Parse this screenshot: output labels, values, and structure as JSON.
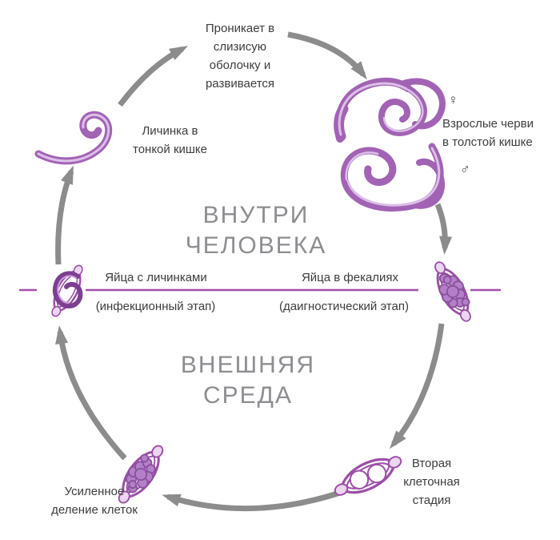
{
  "diagram": {
    "subject": "whipworm-life-cycle",
    "regions": {
      "inside_human": {
        "lines": [
          "ВНУТРИ",
          "ЧЕЛОВЕКА"
        ]
      },
      "environment": {
        "text": "ВНЕШНЯЯ СРЕДА"
      }
    },
    "stages": {
      "penetrate": {
        "lines": [
          "Проникает в",
          "слизисую",
          "оболочку и",
          "развивается"
        ]
      },
      "adult_worms": {
        "lines": [
          "Взрослые черви",
          "в толстой кишке"
        ],
        "female_symbol": "♀",
        "male_symbol": "♂"
      },
      "larva": {
        "lines": [
          "Личинка в",
          "тонкой кишке"
        ]
      },
      "eggs_infective": {
        "title": "Яйца с личинками",
        "subtitle": "(инфекционный этап)"
      },
      "eggs_diagnostic": {
        "title": "Яйца в фекалиях",
        "subtitle": "(даигностический этап)"
      },
      "two_cell": {
        "lines": [
          "Вторая",
          "клеточная",
          "стадия"
        ]
      },
      "cell_division": {
        "lines": [
          "Усиленное",
          "деление клеток"
        ]
      }
    },
    "icons": [
      "larva-icon",
      "adult-worms-icon",
      "egg-diagnostic-icon",
      "egg-two-cell-icon",
      "egg-morula-icon",
      "egg-infective-icon",
      "cycle-arrow"
    ],
    "colors": {
      "worm_purple": "#a263b4",
      "worm_highlight": "#dcbfe8",
      "egg_outline": "#9c4fa8",
      "egg_plug_fill": "#ecd6f2",
      "cell_fill": "#b37fc6",
      "cell_outline": "#8a4f9e",
      "arrow_gray": "#8c8c8c",
      "label_text": "#3d3d3d",
      "region_text": "#8e8e92",
      "divider_line": "#a44fab"
    }
  }
}
